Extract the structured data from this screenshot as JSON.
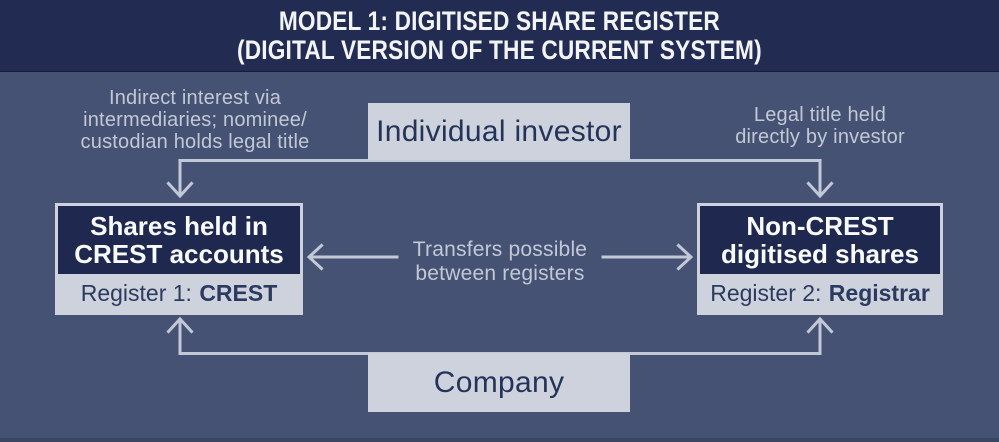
{
  "header": {
    "title_line1": "MODEL 1: DIGITISED SHARE REGISTER",
    "title_line2": "(DIGITAL VERSION OF THE CURRENT SYSTEM)"
  },
  "nodes": {
    "individual_investor": {
      "label": "Individual investor"
    },
    "company": {
      "label": "Company"
    },
    "crest_box": {
      "title_line1": "Shares held in",
      "title_line2": "CREST accounts",
      "register_prefix": "Register 1:",
      "register_name": "CREST"
    },
    "non_crest_box": {
      "title_line1": "Non-CREST",
      "title_line2": "digitised shares",
      "register_prefix": "Register 2:",
      "register_name": "Registrar"
    }
  },
  "annotations": {
    "left_note_line1": "Indirect interest via",
    "left_note_line2": "intermediaries; nominee/",
    "left_note_line3": "custodian holds legal title",
    "right_note_line1": "Legal title held",
    "right_note_line2": "directly by investor",
    "center_note_line1": "Transfers possible",
    "center_note_line2": "between registers"
  },
  "colors": {
    "header_bg": "#222c52",
    "body_bg": "#465273",
    "box_dark": "#1f2950",
    "box_light": "#cdd2dc",
    "connector_line": "#c2c8d5",
    "dark_text": "#24335a",
    "light_text": "#c2c8d5",
    "title_text": "#f3f4f8"
  }
}
